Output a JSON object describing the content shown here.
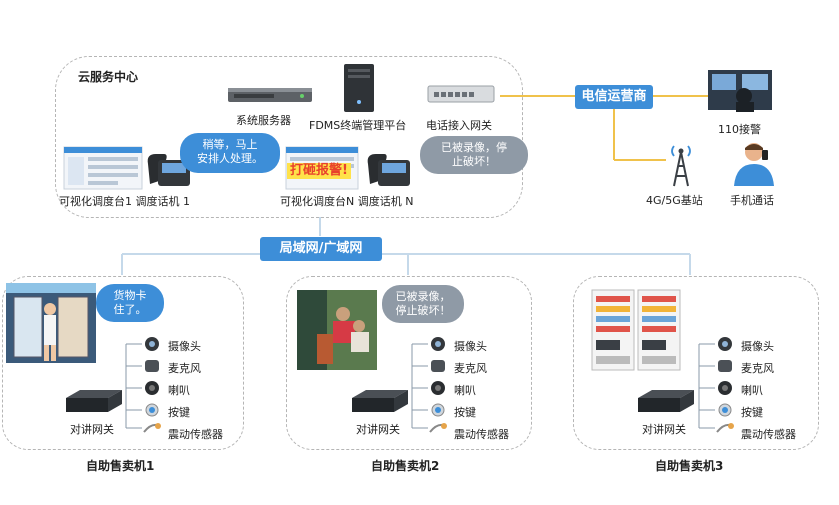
{
  "cloud_center": {
    "title": "云服务中心",
    "system_server": "系统服务器",
    "fdms": "FDMS终端管理平台",
    "phone_gateway": "电话接入网关",
    "desk1": "可视化调度台1 调度话机 1",
    "deskN": "可视化调度台N 调度话机 N",
    "bubble1": [
      "稍等，马上",
      "安排人处理。"
    ],
    "bubbleN": [
      "已被录像，停",
      "止破坏！"
    ],
    "alarm_banner": "打砸报警!"
  },
  "telecom": {
    "label": "电信运营商",
    "police": "110接警",
    "base_station": "4G/5G基站",
    "mobile": "手机通话"
  },
  "network": {
    "label": "局域网/广域网"
  },
  "machines": [
    {
      "name": "自助售卖机1",
      "gateway": "对讲网关",
      "bubble": [
        "货物卡",
        "住了。"
      ],
      "devices": [
        "摄像头",
        "麦克风",
        "喇叭",
        "按键",
        "震动传感器"
      ]
    },
    {
      "name": "自助售卖机2",
      "gateway": "对讲网关",
      "bubble": [
        "已被录像，",
        "停止破坏！"
      ],
      "devices": [
        "摄像头",
        "麦克风",
        "喇叭",
        "按键",
        "震动传感器"
      ]
    },
    {
      "name": "自助售卖机3",
      "gateway": "对讲网关",
      "devices": [
        "摄像头",
        "麦克风",
        "喇叭",
        "按键",
        "震动传感器"
      ]
    }
  ],
  "colors": {
    "accent": "#3d8ed8",
    "bubble_gray": "#8f9aa6",
    "line": "#c5d9ea",
    "telecom_line": "#f0c24b",
    "dashed_border": "#b5b5b5"
  }
}
